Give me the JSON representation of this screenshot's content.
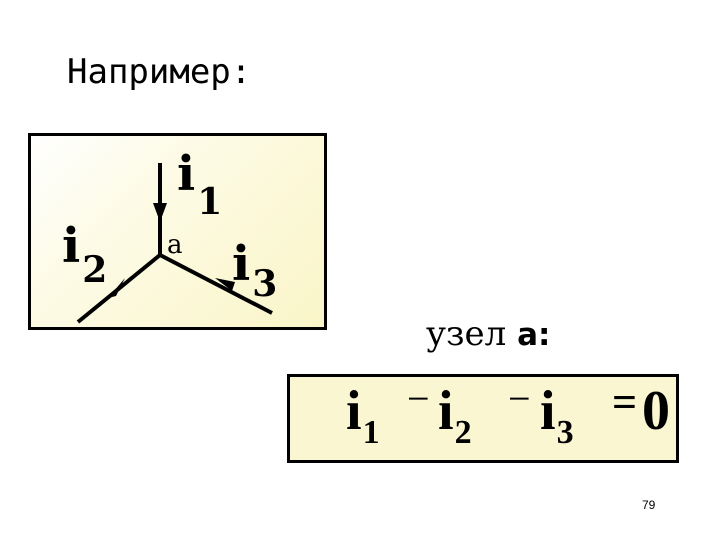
{
  "heading": "Например:",
  "diagram": {
    "node_label": "a",
    "currents": [
      {
        "base": "i",
        "index": "1"
      },
      {
        "base": "i",
        "index": "2"
      },
      {
        "base": "i",
        "index": "3"
      }
    ]
  },
  "node_caption": {
    "prefix": "узел",
    "node": "a:"
  },
  "equation": {
    "terms": [
      {
        "base": "i",
        "index": "1"
      },
      {
        "op": "−"
      },
      {
        "base": "i",
        "index": "2"
      },
      {
        "op": "−"
      },
      {
        "base": "i",
        "index": "3"
      },
      {
        "op": "="
      },
      {
        "value": "0"
      }
    ]
  },
  "page_number": "79",
  "colors": {
    "box_fill": "#faf6d2",
    "stroke": "#000000"
  }
}
